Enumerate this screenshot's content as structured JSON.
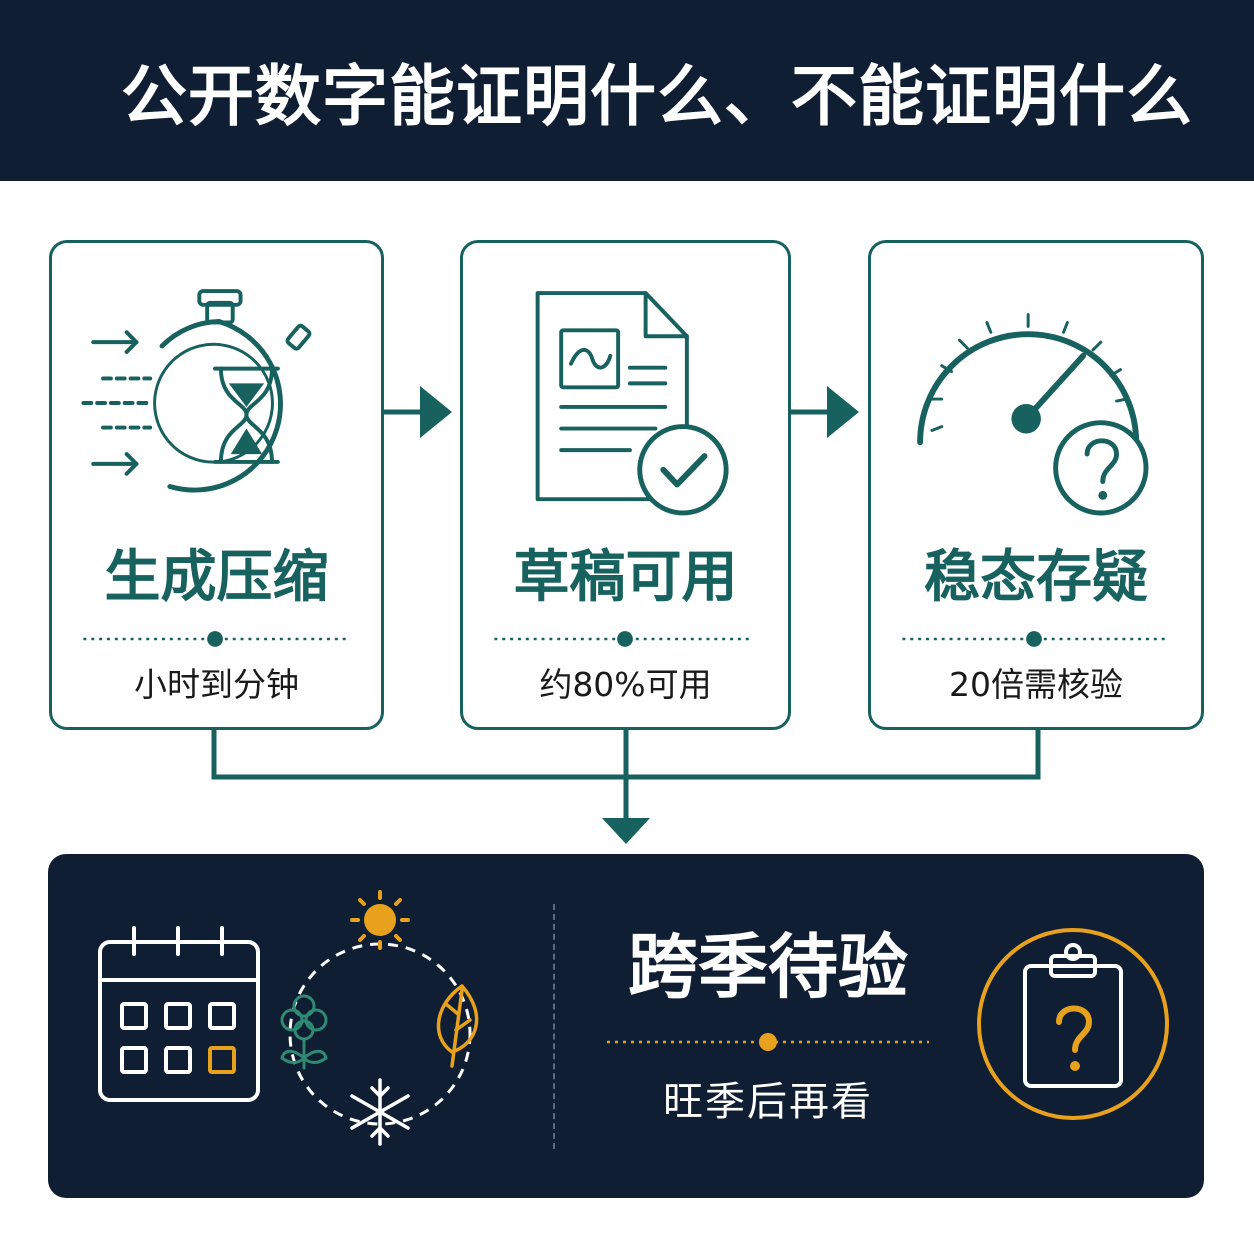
{
  "header": {
    "title": "公开数字能证明什么、不能证明什么"
  },
  "cards": [
    {
      "title": "生成压缩",
      "subtitle": "小时到分钟",
      "icon": "stopwatch-hourglass-icon"
    },
    {
      "title": "草稿可用",
      "subtitle": "约80%可用",
      "icon": "document-check-icon"
    },
    {
      "title": "稳态存疑",
      "subtitle": "20倍需核验",
      "icon": "gauge-question-icon"
    }
  ],
  "bottom": {
    "title": "跨季待验",
    "subtitle": "旺季后再看",
    "icons": [
      "calendar-icon",
      "seasons-cycle-icon",
      "clipboard-question-icon"
    ]
  },
  "colors": {
    "navy": "#0f1e33",
    "teal": "#17615f",
    "orange": "#e8a11c",
    "white": "#ffffff",
    "text": "#1a1a1a"
  }
}
